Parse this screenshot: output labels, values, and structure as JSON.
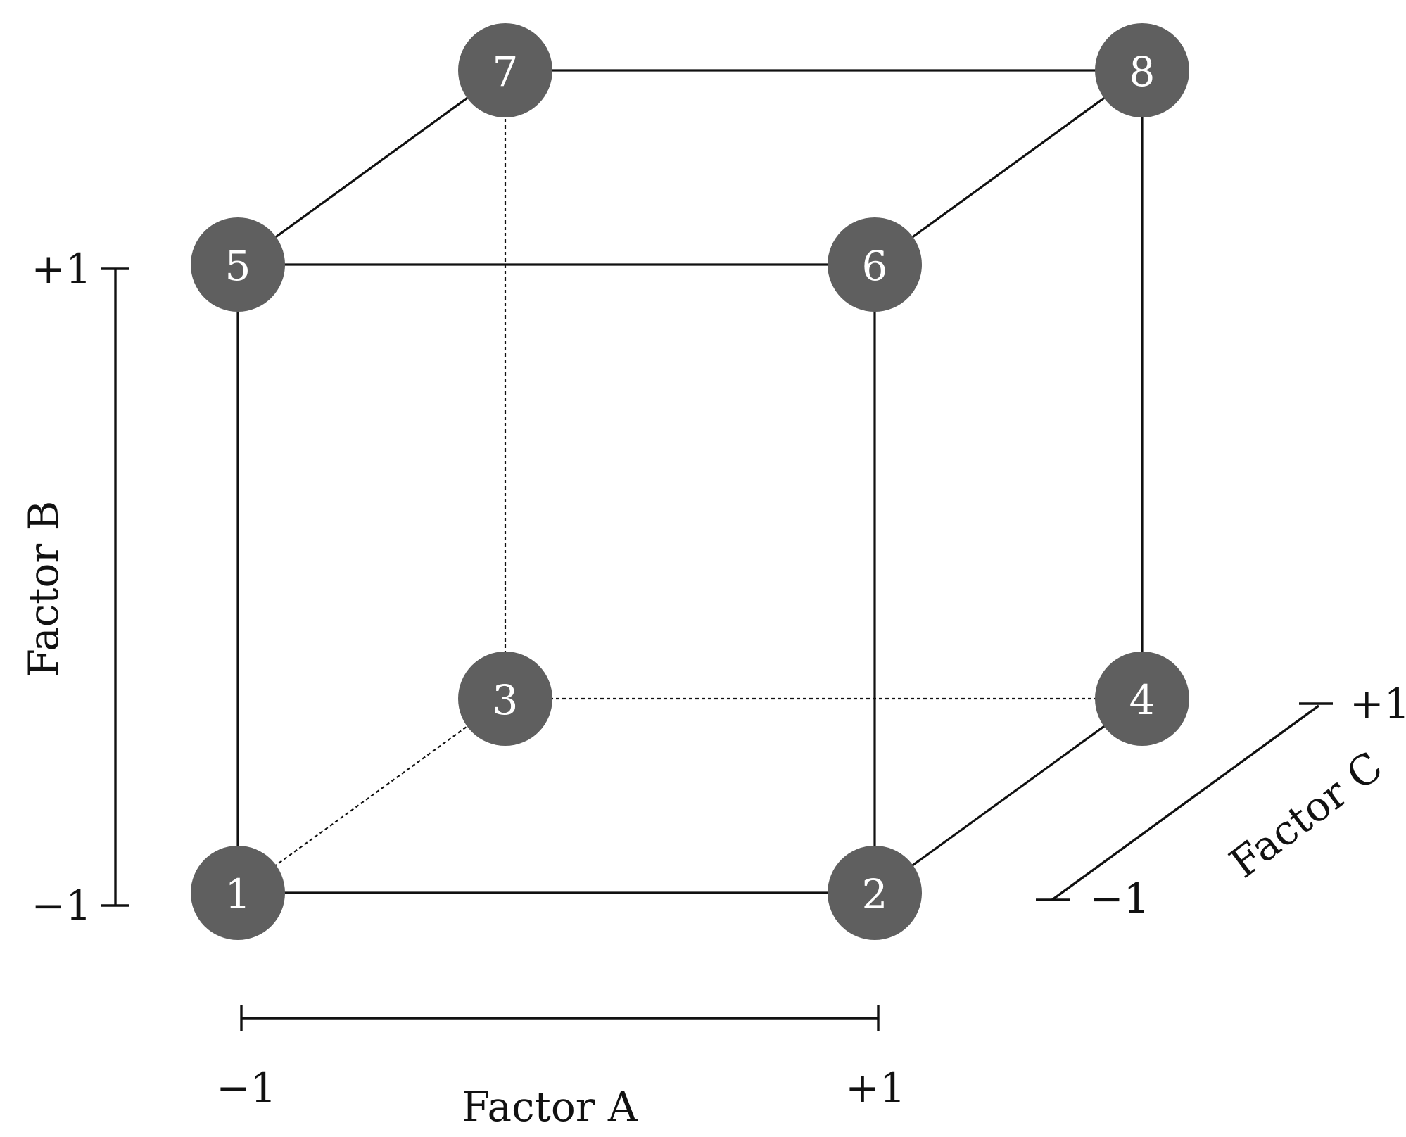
{
  "design_points": [
    {
      "id": "1",
      "label": "1",
      "A": -1,
      "B": -1,
      "C": -1
    },
    {
      "id": "2",
      "label": "2",
      "A": 1,
      "B": -1,
      "C": -1
    },
    {
      "id": "3",
      "label": "3",
      "A": -1,
      "B": -1,
      "C": 1
    },
    {
      "id": "4",
      "label": "4",
      "A": 1,
      "B": -1,
      "C": 1
    },
    {
      "id": "5",
      "label": "5",
      "A": -1,
      "B": 1,
      "C": -1
    },
    {
      "id": "6",
      "label": "6",
      "A": 1,
      "B": 1,
      "C": -1
    },
    {
      "id": "7",
      "label": "7",
      "A": -1,
      "B": 1,
      "C": 1
    },
    {
      "id": "8",
      "label": "8",
      "A": 1,
      "B": 1,
      "C": 1
    }
  ],
  "edges": [
    {
      "from": "1",
      "to": "2",
      "style": "solid"
    },
    {
      "from": "1",
      "to": "5",
      "style": "solid"
    },
    {
      "from": "2",
      "to": "6",
      "style": "solid"
    },
    {
      "from": "5",
      "to": "6",
      "style": "solid"
    },
    {
      "from": "5",
      "to": "7",
      "style": "solid"
    },
    {
      "from": "6",
      "to": "8",
      "style": "solid"
    },
    {
      "from": "7",
      "to": "8",
      "style": "solid"
    },
    {
      "from": "2",
      "to": "4",
      "style": "solid"
    },
    {
      "from": "4",
      "to": "8",
      "style": "solid"
    },
    {
      "from": "1",
      "to": "3",
      "style": "dashed"
    },
    {
      "from": "3",
      "to": "4",
      "style": "dashed"
    },
    {
      "from": "3",
      "to": "7",
      "style": "dashed"
    }
  ],
  "axes": {
    "a": {
      "title": "Factor A",
      "low": "−1",
      "high": "+1"
    },
    "b": {
      "title": "Factor B",
      "low": "−1",
      "high": "+1"
    },
    "c": {
      "title": "Factor C",
      "low": "−1",
      "high": "+1"
    }
  },
  "colors": {
    "node_fill": "#5f5f5f",
    "node_text": "#ffffff",
    "line": "#111111"
  }
}
